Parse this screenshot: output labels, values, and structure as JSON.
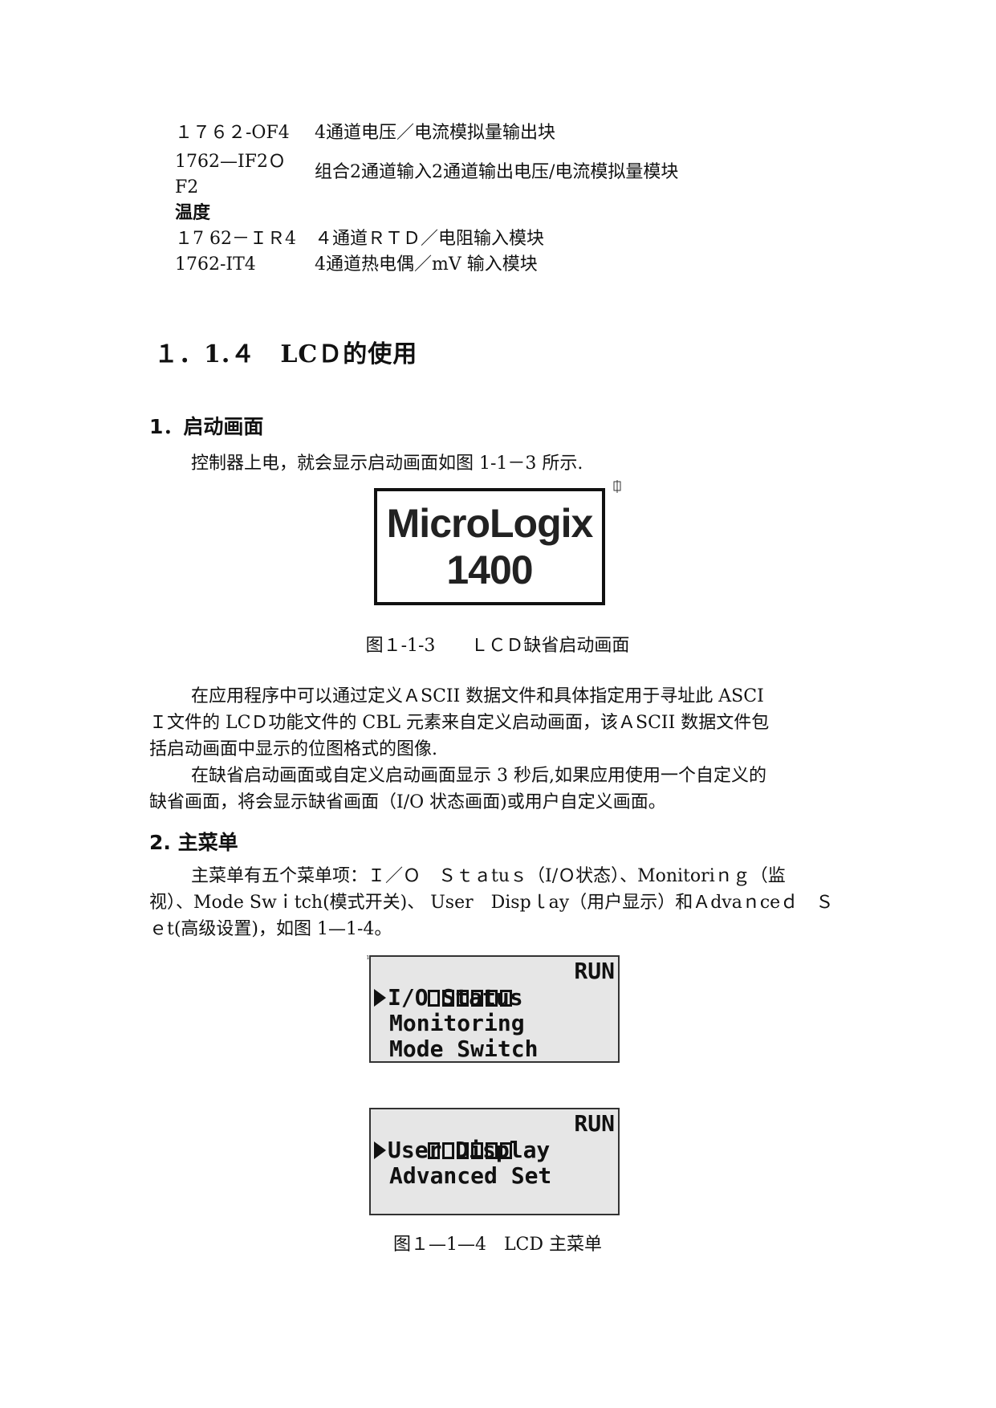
{
  "module_table": {
    "rows": [
      {
        "code": "１７６２-OF4",
        "desc": "4通道电压／电流模拟量输出块"
      },
      {
        "code": "1762—IF2Ｏ",
        "code2": "F2",
        "desc": "组合2通道输入2通道输出电压/电流模拟量模块"
      },
      {
        "section": "温度"
      },
      {
        "code": "１7 62－ＩＲ4",
        "desc": "４通道ＲＴＤ／电阻输入模块"
      },
      {
        "code": "1762-IT4",
        "desc": "4通道热电偶／mV 输入模块"
      }
    ]
  },
  "section_heading": "１．1.４　LCＤ的使用",
  "startup": {
    "heading": "1．启动画面",
    "intro": "控制器上电，就会显示启动画面如图 1-1－3 所示.",
    "splash_line1": "MicroLogix",
    "splash_line2": "1400",
    "caption": "图１-1-3　　ＬＣＤ缺省启动画面",
    "para1_line1": "在应用程序中可以通过定义ＡSCII 数据文件和具体指定用于寻址此 ASCI",
    "para1_line2": "Ｉ文件的 LCＤ功能文件的 CBL 元素来自定义启动画面，该ＡSCII 数据文件包",
    "para1_line3": "括启动画面中显示的位图格式的图像.",
    "para2_line1": "在缺省启动画面或自定义启动画面显示 3 秒后,如果应用使用一个自定义的",
    "para2_line2": "缺省画面，将会显示缺省画面（I/O 状态画面)或用户自定义画面。"
  },
  "main_menu": {
    "heading": "2. 主菜单",
    "para_line1": "主菜单有五个菜单项：Ｉ／Ｏ　Ｓｔａtuｓ（I/Ｏ状态）、Monitoriｎｇ（监",
    "para_line2": "视）、Mode Swｉtch(模式开关)、 User　Dispｌay（用户显示）和Ａdvaｎceｄ　Ｓ",
    "para_line3": "ｅt(高级设置)，如图 1—1-4。",
    "lcd1": {
      "status": "RUN",
      "items": [
        "I/O Status",
        "Monitoring",
        "Mode Switch"
      ]
    },
    "lcd2": {
      "status": "RUN",
      "items": [
        "User Display",
        "Advanced Set"
      ]
    },
    "caption": "图１—1—4　LCD 主菜单"
  }
}
